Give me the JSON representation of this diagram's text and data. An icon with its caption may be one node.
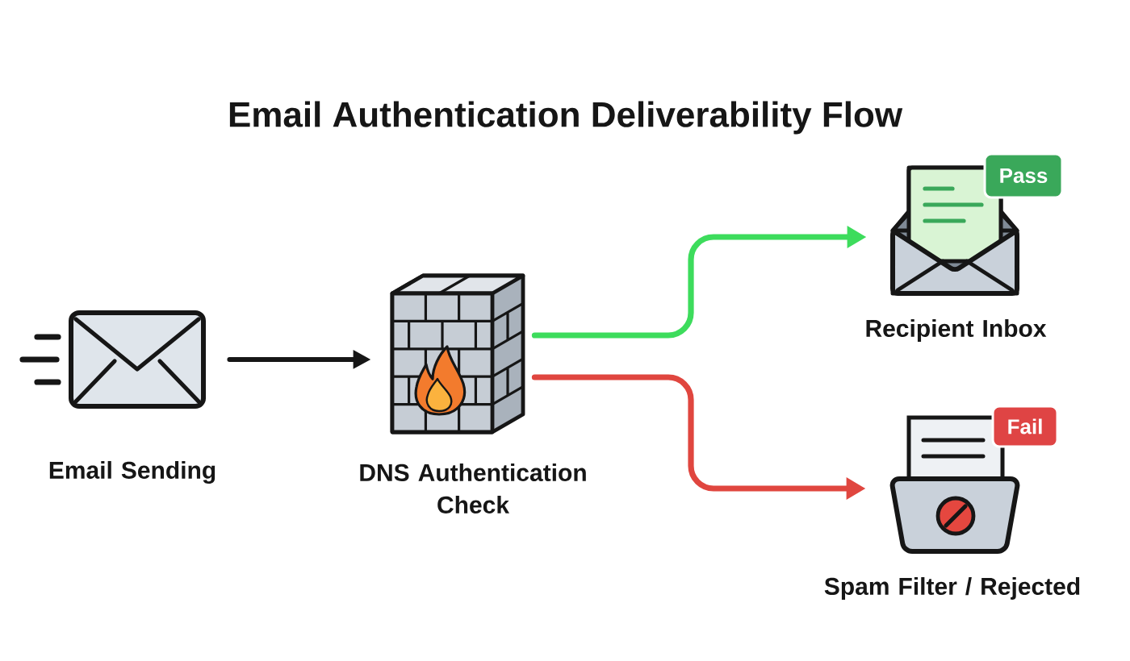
{
  "diagram": {
    "title": "Email Authentication Deliverability Flow",
    "nodes": [
      {
        "text": [
          "Email Sending"
        ]
      },
      {
        "text": [
          "DNS Authentication Check"
        ]
      },
      {
        "text": [
          "Recipient Inbox"
        ]
      },
      {
        "text": [
          "Pass"
        ]
      },
      {
        "text": [
          "Spam Filter / Rejected"
        ]
      },
      {
        "text": [
          "Fail"
        ]
      }
    ],
    "edges": [
      {
        "from": 0,
        "to": 1,
        "arrow": "to"
      },
      {
        "from": 1,
        "to": 2,
        "arrow": "to",
        "color": "#3ddc5c"
      },
      {
        "from": 1,
        "to": 4,
        "arrow": "to",
        "color": "#e0463f"
      }
    ]
  }
}
